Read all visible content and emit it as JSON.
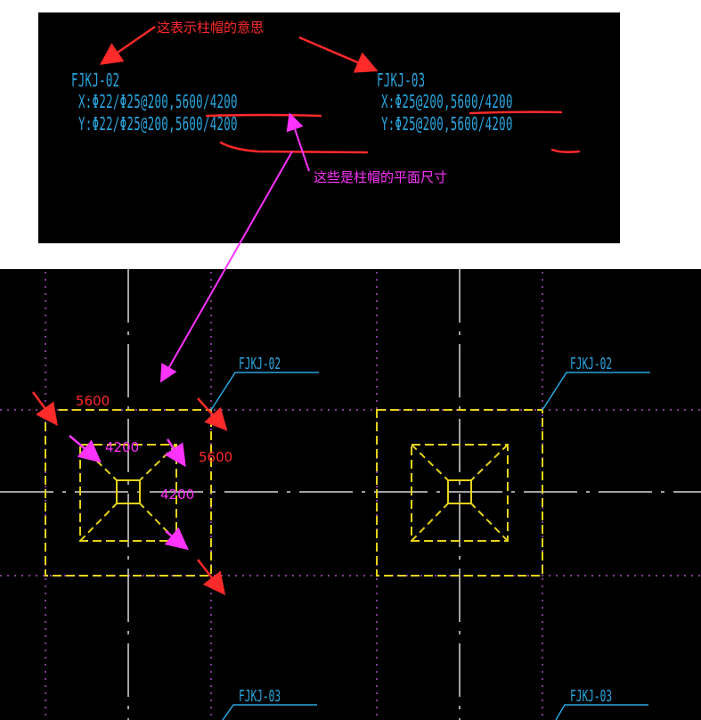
{
  "top": {
    "annotation_meaning": "这表示柱帽的意思",
    "annotation_size": "这些是柱帽的平面尺寸",
    "left_block": {
      "name": "FJKJ-02",
      "x_line": "X:Φ22/Φ25@200,5600/4200",
      "y_line": "Y:Φ22/Φ25@200,5600/4200"
    },
    "right_block": {
      "name": "FJKJ-03",
      "x_line": "X:Φ25@200,5600/4200",
      "y_line": "Y:Φ25@200,5600/4200"
    }
  },
  "plan": {
    "labels": {
      "left_upper": "FJKJ-02",
      "right_upper": "FJKJ-02",
      "left_lower": "FJKJ-03",
      "right_lower": "FJKJ-03"
    },
    "dimensions": {
      "outer_h": "5600",
      "outer_v": "5600",
      "inner_h": "4200",
      "inner_v": "4200"
    }
  },
  "colors": {
    "cad_text": "#2aa6e0",
    "annotation_red": "#ff2a2a",
    "annotation_magenta": "#ff33ff",
    "cap_outline": "#e6d21a",
    "axis_dotted": "#b04fc8",
    "column_line": "#d8d8d8"
  }
}
